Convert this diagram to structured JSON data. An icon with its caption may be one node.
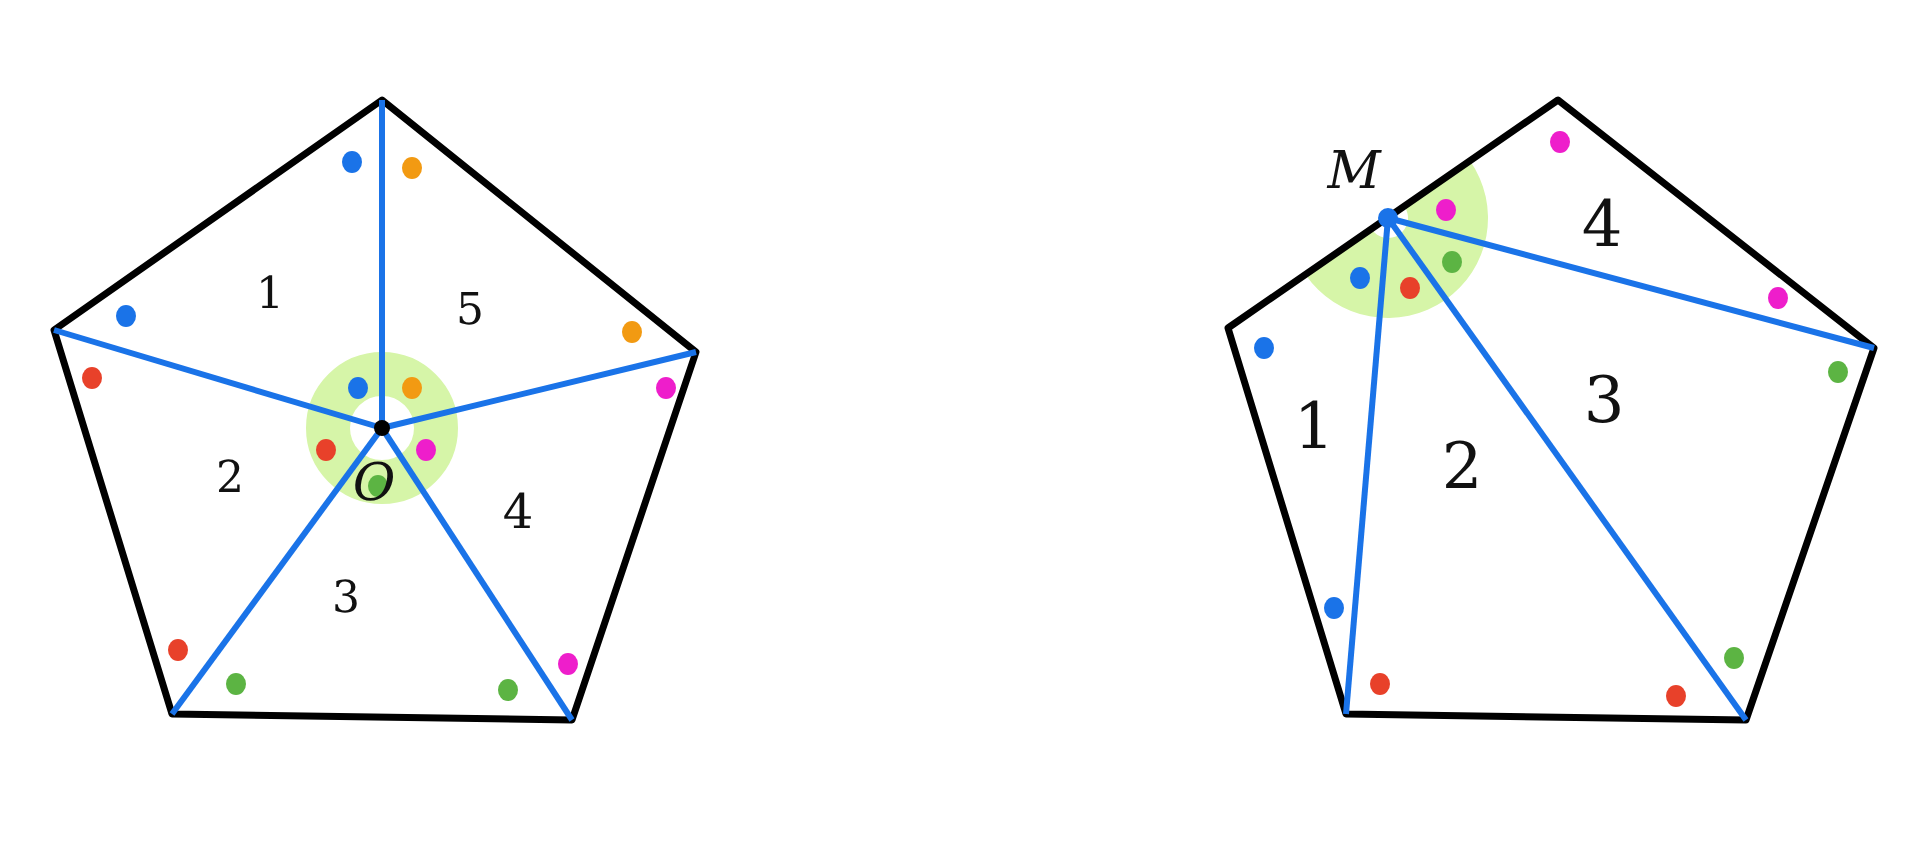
{
  "diagram": {
    "labels": [
      "1",
      "5",
      "2",
      "O",
      "4",
      "3",
      "M",
      "4",
      "1",
      "3",
      "2"
    ]
  }
}
